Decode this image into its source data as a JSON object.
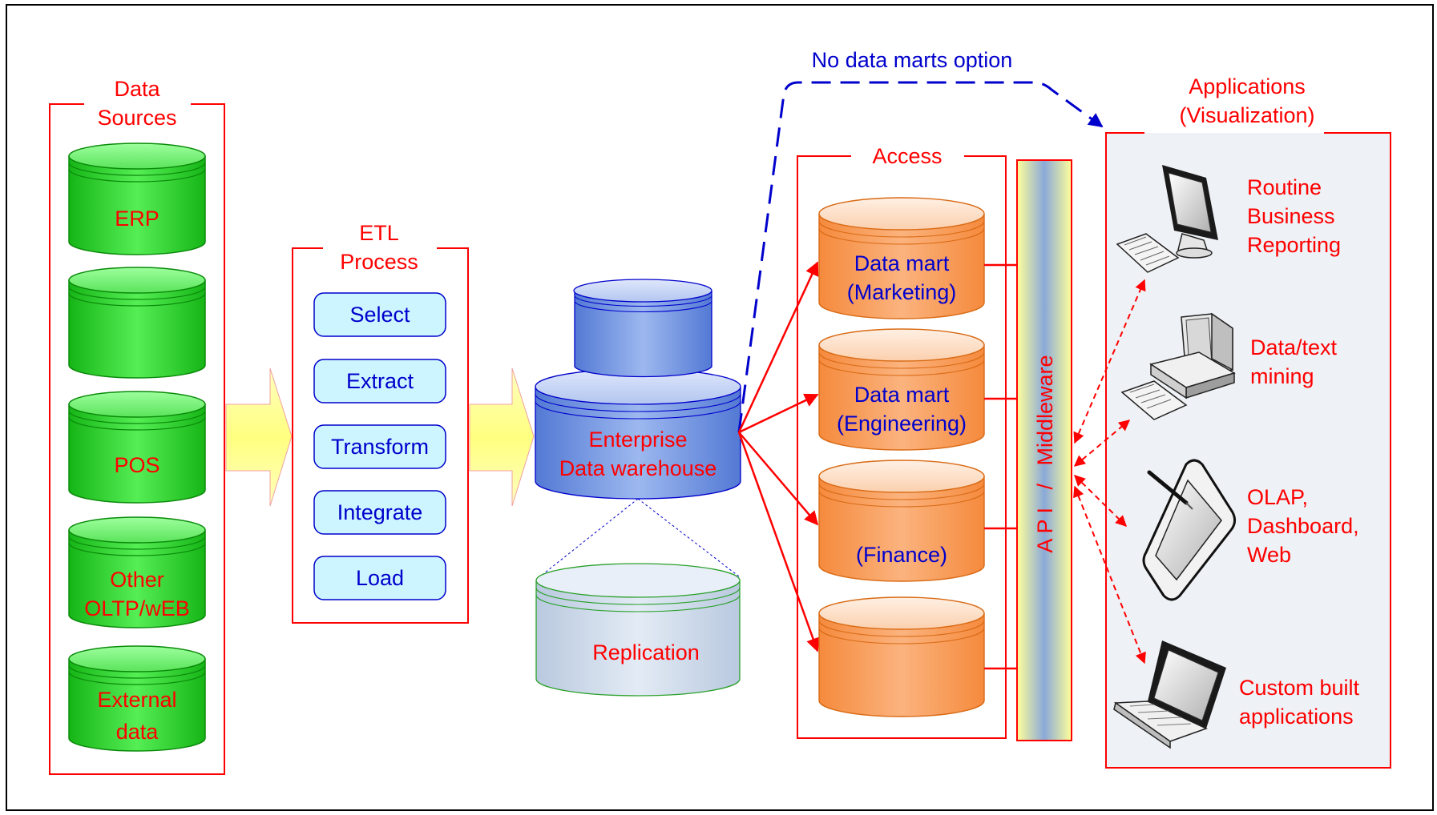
{
  "sources": {
    "title_line1": "Data",
    "title_line2": "Sources",
    "items": [
      {
        "line1": "ERP",
        "line2": ""
      },
      {
        "line1": "",
        "line2": ""
      },
      {
        "line1": "POS",
        "line2": ""
      },
      {
        "line1": "Other",
        "line2": "OLTP/wEB"
      },
      {
        "line1": "External",
        "line2": "data"
      }
    ]
  },
  "etl": {
    "title_line1": "ETL",
    "title_line2": "Process",
    "steps": [
      "Select",
      "Extract",
      "Transform",
      "Integrate",
      "Load"
    ]
  },
  "warehouse": {
    "label_line1": "Enterprise",
    "label_line2": "Data warehouse",
    "replication": "Replication"
  },
  "no_marts": "No data marts option",
  "access": {
    "title": "Access",
    "marts": [
      {
        "line1": "Data mart",
        "line2": "(Marketing)"
      },
      {
        "line1": "Data mart",
        "line2": "(Engineering)"
      },
      {
        "line1": "",
        "line2": "(Finance)"
      },
      {
        "line1": "",
        "line2": ""
      }
    ]
  },
  "middleware": "A P I   /   Middleware",
  "apps": {
    "title_line1": "Applications",
    "title_line2": "(Visualization)",
    "items": [
      {
        "icon": "desktop-computer-icon",
        "lines": [
          "Routine",
          "Business",
          "Reporting"
        ]
      },
      {
        "icon": "workstation-icon",
        "lines": [
          "Data/text",
          "mining"
        ]
      },
      {
        "icon": "tablet-pen-icon",
        "lines": [
          "OLAP,",
          "Dashboard,",
          "Web"
        ]
      },
      {
        "icon": "laptop-icon",
        "lines": [
          "Custom built",
          "applications"
        ]
      }
    ]
  },
  "colors": {
    "label_red": "#ff0000",
    "label_blue": "#0000cc",
    "source_green": "#2ed12e",
    "mart_orange": "#f7a063",
    "warehouse_blue": "#6f94e0",
    "replication_gray": "#c5d3e6"
  }
}
